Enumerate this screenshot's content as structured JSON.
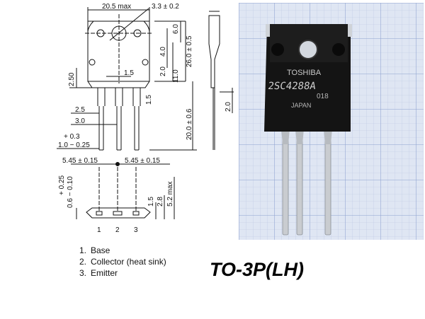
{
  "drawing": {
    "dimensions": {
      "width": "20.5 max",
      "hole": "3.3 ± 0.2",
      "d6_0": "6.0",
      "d4_0": "4.0",
      "d2_0a": "2.0",
      "d26": "26.0 ± 0.5",
      "d11": "11.0",
      "d2_50": "2.50",
      "d1_5a": "1.5",
      "d1_5b": "1.5",
      "d2_5": "2.5",
      "d3_0": "3.0",
      "d20": "20.0 ± 0.6",
      "lead_tol_plus": "+ 0.3",
      "lead_w": "1.0 − 0.25",
      "side_2_0": "2.0",
      "pitch_left": "5.45 ± 0.15",
      "pitch_right": "5.45 ± 0.15",
      "tol_025": "+ 0.25",
      "tol_06": "0.6 − 0.10",
      "d1_5c": "1.5",
      "d2_8": "2.8",
      "d5_2": "5.2 max",
      "pin1": "1",
      "pin2": "2",
      "pin3": "3"
    }
  },
  "photo": {
    "brand": "TOSHIBA",
    "part": "2SC4288A",
    "code": "018",
    "origin": "JAPAN",
    "colors": {
      "grid_bg": "#dfe6f3",
      "grid_line": "#a9b8d8",
      "body": "#141414",
      "tab": "#cfd3d8",
      "lead": "#c9ccd0"
    }
  },
  "pins": [
    {
      "num": "1.",
      "label": "Base"
    },
    {
      "num": "2.",
      "label": "Collector (heat sink)"
    },
    {
      "num": "3.",
      "label": "Emitter"
    }
  ],
  "package_name": "TO-3P(LH)"
}
